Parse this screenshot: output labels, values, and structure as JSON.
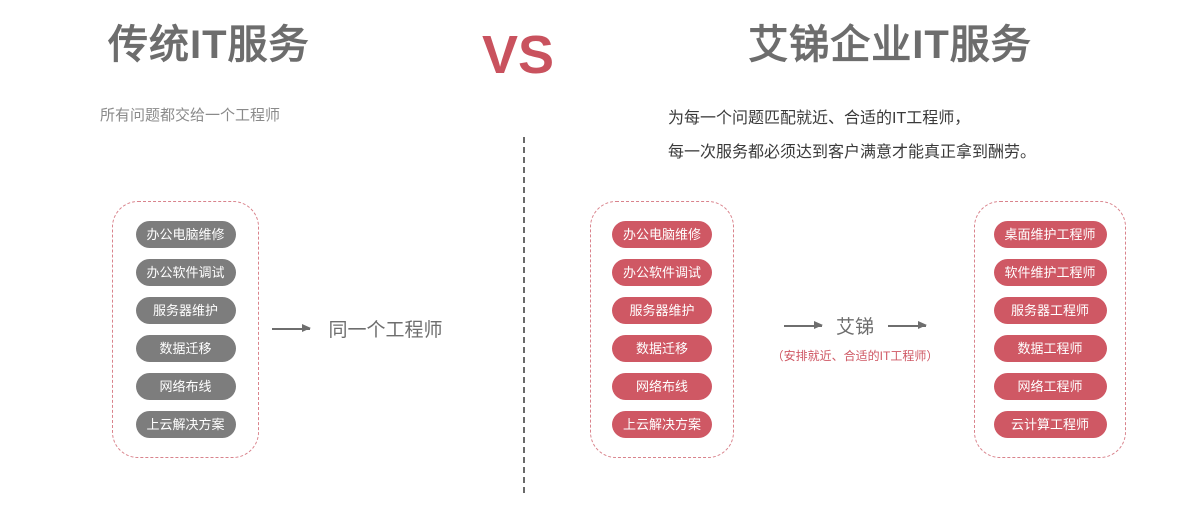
{
  "colors": {
    "accent_red": "#cf5864",
    "vs_red": "#c9525e",
    "gray_pill": "#7d7d7d",
    "title_gray": "#6d6d6d",
    "dashed_pink": "#d9838c",
    "divider_gray": "#6a6a6a"
  },
  "left_panel": {
    "title": "传统IT服务",
    "subtitle": "所有问题都交给一个工程师",
    "items": [
      "办公电脑维修",
      "办公软件调试",
      "服务器维护",
      "数据迁移",
      "网络布线",
      "上云解决方案"
    ],
    "flow_label": "同一个工程师"
  },
  "vs": {
    "label": "VS"
  },
  "right_panel": {
    "title": "艾锑企业IT服务",
    "subtitle_line1": "为每一个问题匹配就近、合适的IT工程师，",
    "subtitle_line2": "每一次服务都必须达到客户满意才能真正拿到酬劳。",
    "items": [
      "办公电脑维修",
      "办公软件调试",
      "服务器维护",
      "数据迁移",
      "网络布线",
      "上云解决方案"
    ],
    "flow_label": "艾锑",
    "flow_note": "（安排就近、合适的IT工程师）",
    "engineers": [
      "桌面维护工程师",
      "软件维护工程师",
      "服务器工程师",
      "数据工程师",
      "网络工程师",
      "云计算工程师"
    ]
  }
}
